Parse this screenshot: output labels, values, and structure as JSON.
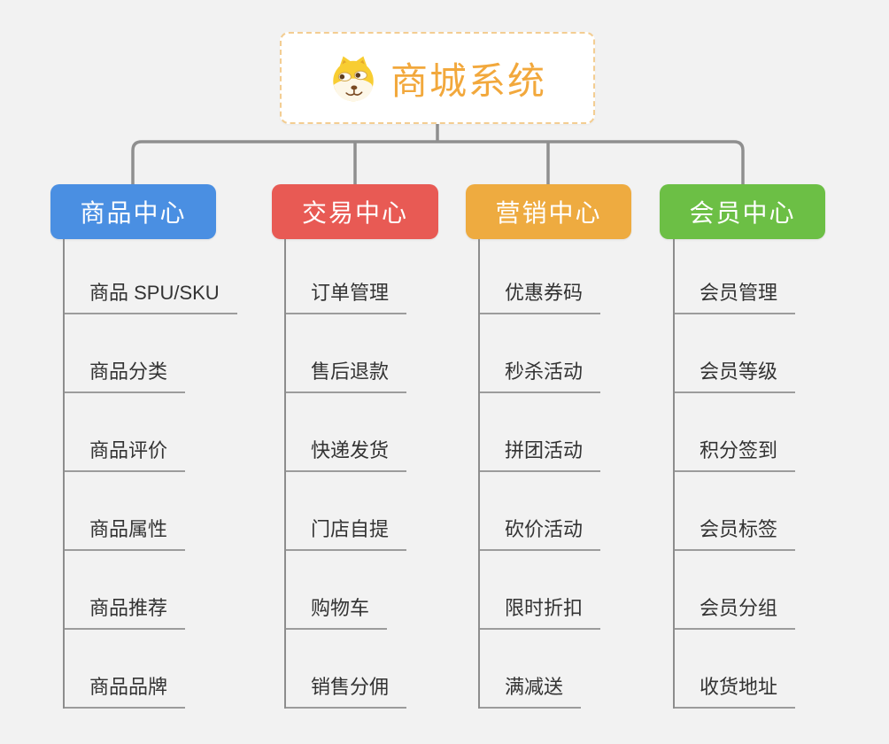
{
  "canvas": {
    "background": "#f2f2f2",
    "connector_color": "#8f8f8f"
  },
  "root": {
    "title": "商城系统",
    "icon": "doge-icon",
    "text_color": "#f2a83c",
    "border_color": "#f3cd92",
    "background": "#ffffff"
  },
  "branches": [
    {
      "label": "商品中心",
      "color": "#4a8fe2",
      "children": [
        "商品 SPU/SKU",
        "商品分类",
        "商品评价",
        "商品属性",
        "商品推荐",
        "商品品牌"
      ]
    },
    {
      "label": "交易中心",
      "color": "#e85a54",
      "children": [
        "订单管理",
        "售后退款",
        "快递发货",
        "门店自提",
        "购物车",
        "销售分佣"
      ]
    },
    {
      "label": "营销中心",
      "color": "#eeab40",
      "children": [
        "优惠券码",
        "秒杀活动",
        "拼团活动",
        "砍价活动",
        "限时折扣",
        "满减送"
      ]
    },
    {
      "label": "会员中心",
      "color": "#6cbf45",
      "children": [
        "会员管理",
        "会员等级",
        "积分签到",
        "会员标签",
        "会员分组",
        "收货地址"
      ]
    }
  ]
}
